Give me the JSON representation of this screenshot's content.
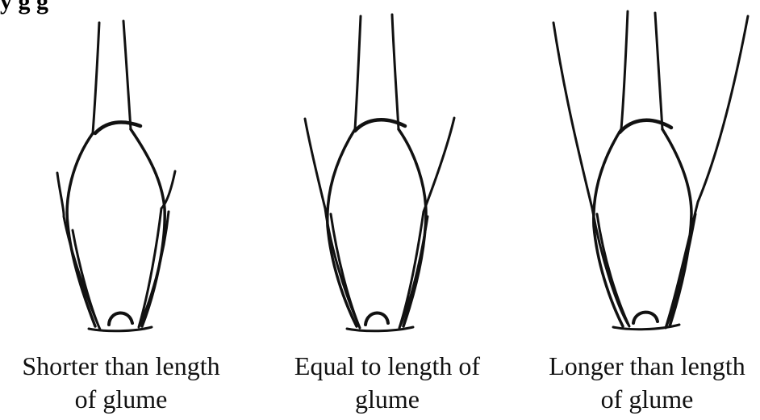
{
  "header": {
    "cut_text": "y g     g"
  },
  "figures": [
    {
      "caption_line1": "Shorter than length",
      "caption_line2": "of glume"
    },
    {
      "caption_line1": "Equal to length of",
      "caption_line2": "glume"
    },
    {
      "caption_line1": "Longer than length",
      "caption_line2": "of glume"
    }
  ]
}
